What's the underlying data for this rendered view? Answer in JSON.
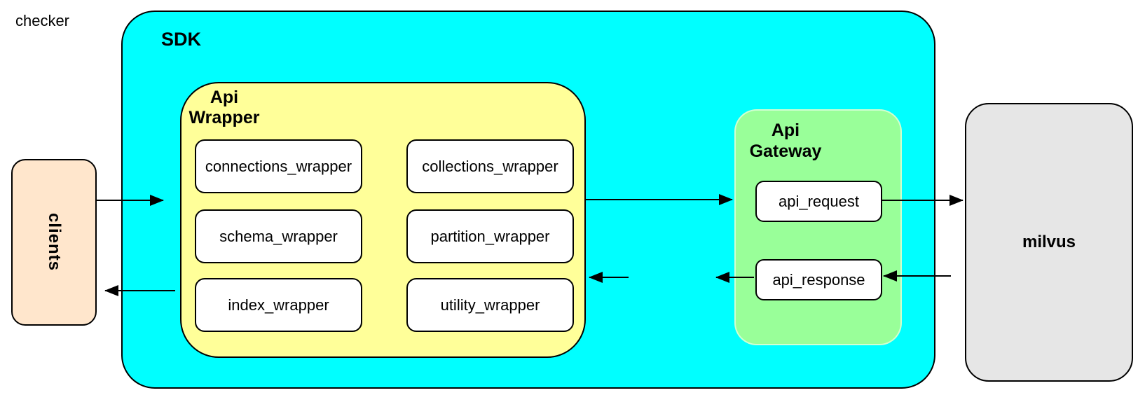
{
  "diagram": {
    "nodes": {
      "clients": {
        "label": "clients"
      },
      "sdk": {
        "label": "SDK"
      },
      "api_wrapper": {
        "label": "Api\nWrapper",
        "children": [
          "connections_wrapper",
          "collections_wrapper",
          "schema_wrapper",
          "partition_wrapper",
          "index_wrapper",
          "utility_wrapper"
        ]
      },
      "checker": {
        "label": "checker"
      },
      "api_gateway": {
        "label": "Api\nGateway",
        "children": [
          "api_request",
          "api_response"
        ]
      },
      "milvus": {
        "label": "milvus"
      }
    },
    "colors": {
      "sdk_fill": "#00FFFF",
      "api_wrapper_fill": "#FFFF99",
      "api_gateway_fill": "#99FF99",
      "clients_fill": "#FFE6CC",
      "milvus_fill": "#E6E6E6",
      "leaf_fill": "#FFFFFF",
      "stroke": "#000000"
    },
    "edges": [
      {
        "from": "clients",
        "to": "api_wrapper",
        "points": [
          138,
          286,
          233,
          286
        ]
      },
      {
        "from": "api_wrapper",
        "to": "api_gateway",
        "points": [
          836,
          285,
          1045,
          285
        ]
      },
      {
        "from": "api_request",
        "to": "milvus",
        "points": [
          1257,
          286,
          1374,
          286
        ]
      },
      {
        "from": "milvus",
        "to": "api_response",
        "points": [
          1357,
          394,
          1261,
          394
        ]
      },
      {
        "from": "api_response",
        "to": "checker",
        "points": [
          1076,
          396,
          1022,
          396
        ]
      },
      {
        "from": "checker",
        "to": "api_wrapper",
        "points": [
          897,
          396,
          841,
          396
        ]
      },
      {
        "from": "api_wrapper",
        "to": "clients",
        "points": [
          250,
          415,
          150,
          415
        ]
      }
    ]
  }
}
